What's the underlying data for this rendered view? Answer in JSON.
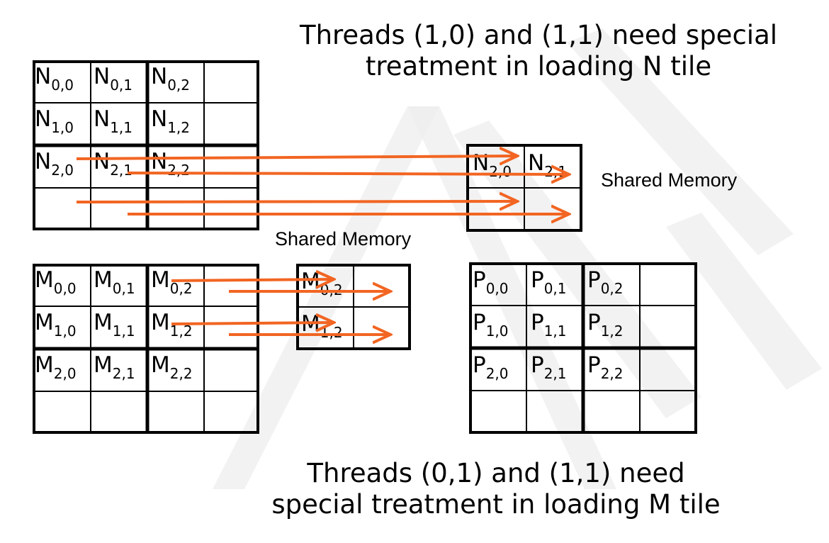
{
  "captions": {
    "top_line1": "Threads (1,0) and (1,1) need special",
    "top_line2": "treatment in loading N tile",
    "bottom_line1": "Threads (0,1) and (1,1) need",
    "bottom_line2": "special treatment in loading M tile"
  },
  "labels": {
    "shared_memory_n": "Shared Memory",
    "shared_memory_m": "Shared Memory"
  },
  "colors": {
    "arrow": "#f26522",
    "watermark": "#eeeeee",
    "grid": "#000000"
  },
  "matrices": {
    "N": {
      "symbol": "N",
      "rows": 4,
      "cols": 4
    },
    "M": {
      "symbol": "M",
      "rows": 4,
      "cols": 4
    },
    "P": {
      "symbol": "P",
      "rows": 4,
      "cols": 4
    },
    "N_tile": {
      "symbol": "N",
      "rows": 2,
      "cols": 2
    },
    "M_tile": {
      "symbol": "M",
      "rows": 2,
      "cols": 2
    }
  },
  "cell_labels": {
    "N": [
      [
        "N",
        "0,0"
      ],
      [
        "N",
        "0,1"
      ],
      [
        "N",
        "0,2"
      ],
      [
        "N",
        "1,0"
      ],
      [
        "N",
        "1,1"
      ],
      [
        "N",
        "1,2"
      ],
      [
        "N",
        "2,0"
      ],
      [
        "N",
        "2,1"
      ],
      [
        "N",
        "2,2"
      ]
    ],
    "M": [
      [
        "M",
        "0,0"
      ],
      [
        "M",
        "0,1"
      ],
      [
        "M",
        "0,2"
      ],
      [
        "M",
        "1,0"
      ],
      [
        "M",
        "1,1"
      ],
      [
        "M",
        "1,2"
      ],
      [
        "M",
        "2,0"
      ],
      [
        "M",
        "2,1"
      ],
      [
        "M",
        "2,2"
      ]
    ],
    "P": [
      [
        "P",
        "0,0"
      ],
      [
        "P",
        "0,1"
      ],
      [
        "P",
        "0,2"
      ],
      [
        "P",
        "1,0"
      ],
      [
        "P",
        "1,1"
      ],
      [
        "P",
        "1,2"
      ],
      [
        "P",
        "2,0"
      ],
      [
        "P",
        "2,1"
      ],
      [
        "P",
        "2,2"
      ]
    ],
    "N_tile": [
      [
        "N",
        "2,0"
      ],
      [
        "N",
        "2,1"
      ]
    ],
    "M_tile": [
      [
        "M",
        "0,2"
      ],
      [
        "M",
        "1,2"
      ]
    ]
  }
}
